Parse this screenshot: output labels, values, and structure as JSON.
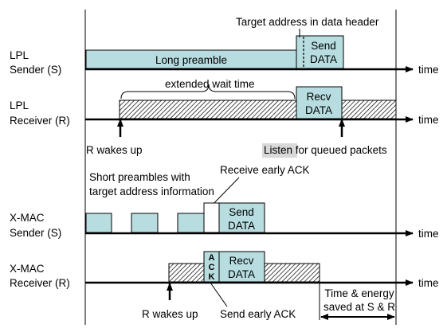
{
  "colors": {
    "box_fill": "#b7dde1",
    "box_stroke": "#000000",
    "hatch_bg": "#ffffff",
    "hatch_line": "#000000",
    "listen_highlight": "#d9d9d9"
  },
  "rows": {
    "lpl_sender": [
      "LPL",
      "Sender (S)"
    ],
    "lpl_receiver": [
      "LPL",
      "Receiver (R)"
    ],
    "xmac_sender": [
      "X-MAC",
      "Sender (S)"
    ],
    "xmac_receiver": [
      "X-MAC",
      "Receiver (R)"
    ]
  },
  "axis_label": "time",
  "boxes": {
    "long_preamble": "Long preamble",
    "send_data": [
      "Send",
      "DATA"
    ],
    "recv_data": [
      "Recv",
      "DATA"
    ],
    "ack_letters": [
      "A",
      "C",
      "K"
    ]
  },
  "annotations": {
    "target_address": "Target address in data header",
    "extended_wait": "extended wait time",
    "r_wakes_up": "R wakes up",
    "listen_highlight": "Listen",
    "listen_rest": " for queued packets",
    "short_preambles": [
      "Short preambles with",
      "target address information"
    ],
    "receive_early_ack": "Receive early ACK",
    "send_early_ack": "Send early ACK",
    "time_energy": [
      "Time & energy",
      "saved at S & R"
    ]
  }
}
